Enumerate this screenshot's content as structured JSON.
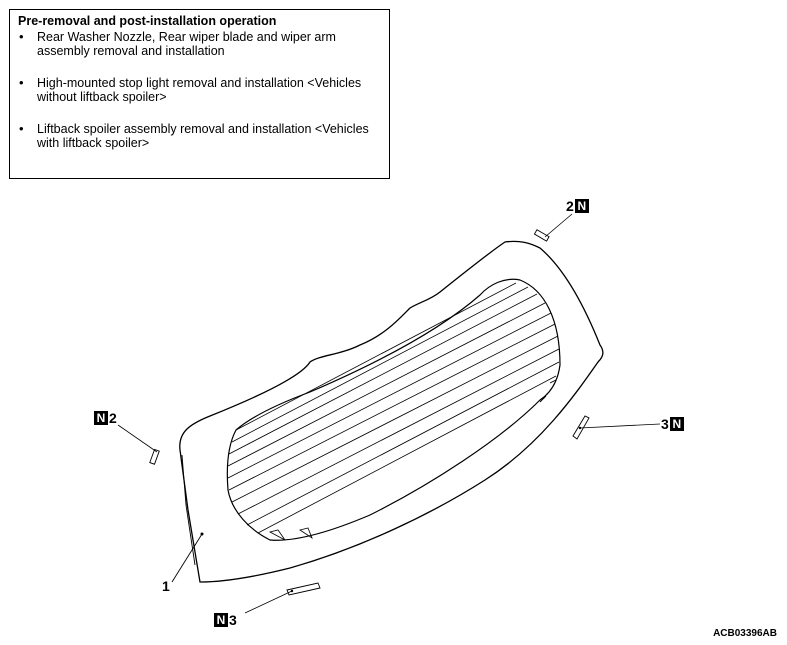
{
  "note": {
    "title": "Pre-removal and post-installation operation",
    "items": [
      "Rear Washer Nozzle, Rear wiper blade and wiper arm assembly removal and installation",
      "High-mounted stop light removal and installation <Vehicles without liftback spoiler>",
      "Liftback spoiler assembly removal and installation <Vehicles with liftback spoiler>"
    ]
  },
  "callouts": {
    "part1": "1",
    "part2_top": "2",
    "part2_left": "2",
    "part3_right": "3",
    "part3_bottom": "3",
    "badge": "N"
  },
  "figure_code": "ACB03396AB"
}
